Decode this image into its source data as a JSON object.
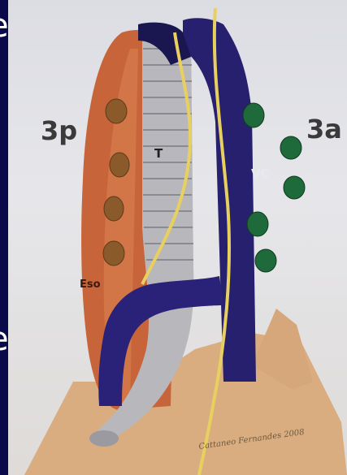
{
  "slide": {
    "edge_text_top": "e",
    "edge_text_bottom": "e"
  },
  "illustration": {
    "label_posterior": "3p",
    "label_anterior": "3a",
    "label_trachea": "T",
    "label_vena_cava": "VC",
    "label_esophagus": "Eso",
    "signature": "Cattaneo Fernandes 2008"
  },
  "colors": {
    "background": "#0a0a4a",
    "esophagus": "#c8643a",
    "vena_cava": "#26206e",
    "trachea": "#b8b8bc",
    "nerve": "#e8d060",
    "lymph_node_posterior": "#8b5a2a",
    "lymph_node_anterior": "#1f6a3a",
    "base_tissue": "#d9ad80"
  }
}
